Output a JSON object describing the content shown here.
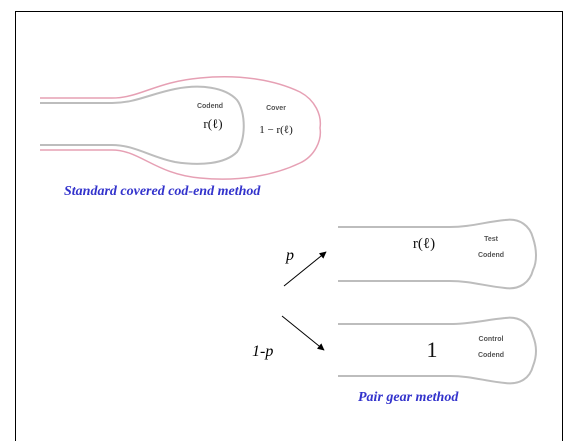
{
  "standard": {
    "codend_label": "Codend",
    "codend_retention": "r(ℓ)",
    "cover_label": "Cover",
    "cover_retention": "1 − r(ℓ)",
    "caption": "Standard covered cod-end method"
  },
  "pair": {
    "test_label_line1": "Test",
    "test_label_line2": "Codend",
    "test_retention": "r(ℓ)",
    "control_label_line1": "Control",
    "control_label_line2": "Codend",
    "control_retention": "1",
    "p_label": "p",
    "one_minus_p_label": "1-p",
    "caption": "Pair gear method"
  }
}
